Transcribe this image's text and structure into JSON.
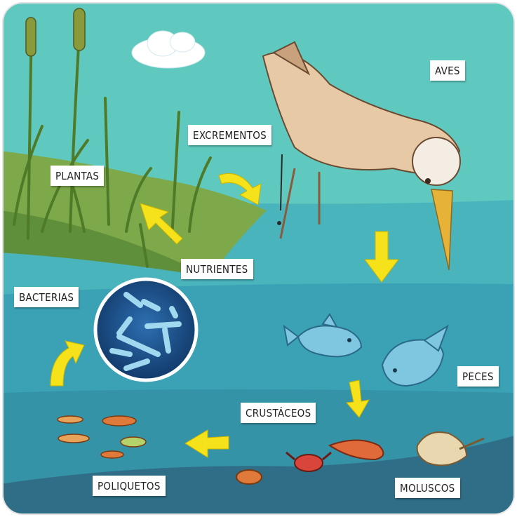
{
  "labels": {
    "aves": "AVES",
    "excrementos": "EXCREMENTOS",
    "plantas": "PLANTAS",
    "nutrientes": "NUTRIENTES",
    "bacterias": "BACTERIAS",
    "peces": "PECES",
    "crustaceos": "CRUSTÁCEOS",
    "poliquetos": "POLIQUETOS",
    "moluscos": "MOLUSCOS"
  },
  "colors": {
    "sky": "#5fc9c0",
    "water": "#3aa7b7",
    "deep_water": "#2f93a8",
    "grass": "#7da94a",
    "arrow": "#f5e21b",
    "bacteria_circle": "#17427a",
    "label_bg": "#ffffff"
  }
}
